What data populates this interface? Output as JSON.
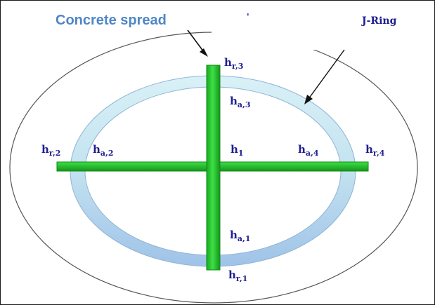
{
  "diagram": {
    "title": "Concrete spread",
    "ring_label": "J-Ring",
    "stray_mark": "'",
    "labels": {
      "hr3": {
        "base": "h",
        "sub": "r,3"
      },
      "ha3": {
        "base": "h",
        "sub": "a,3"
      },
      "hr2": {
        "base": "h",
        "sub": "r,2"
      },
      "ha2": {
        "base": "h",
        "sub": "a,2"
      },
      "h1": {
        "base": "h",
        "sub": "1"
      },
      "ha4": {
        "base": "h",
        "sub": "a,4"
      },
      "hr4": {
        "base": "h",
        "sub": "r,4"
      },
      "ha1": {
        "base": "h",
        "sub": "a,1"
      },
      "hr1": {
        "base": "h",
        "sub": "r,1"
      }
    },
    "colors": {
      "bar": "#22c52a",
      "bar_edge": "#128a18",
      "ring": "#a9d3ea",
      "label": "#1f1f8f",
      "title": "#4f86c6"
    }
  }
}
